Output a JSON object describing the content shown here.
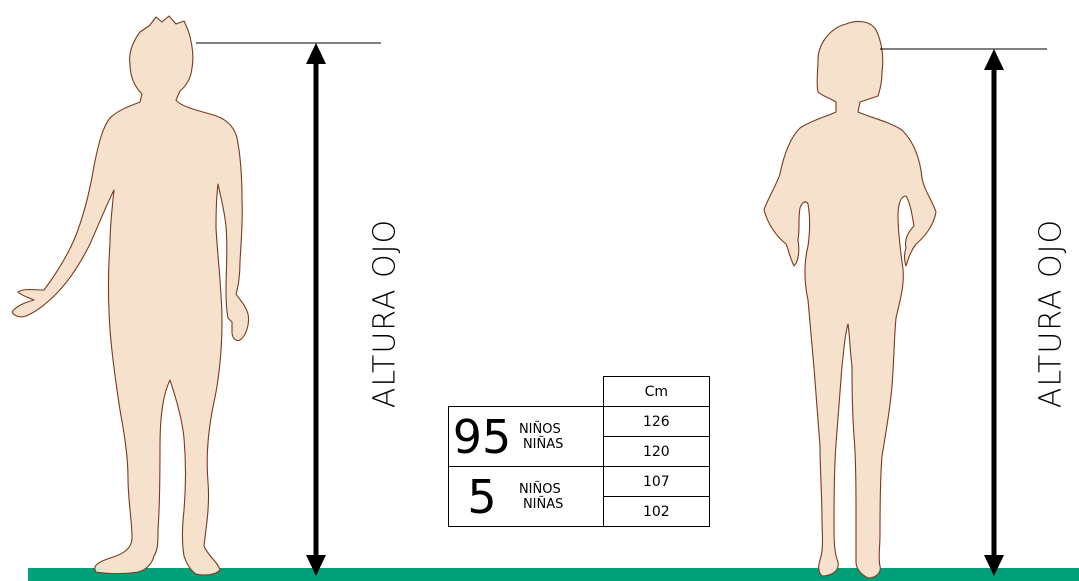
{
  "diagram": {
    "left_figure_label": "ALTURA OJO",
    "right_figure_label": "ALTURA OJO",
    "colors": {
      "figure_fill": "#f6e1cd",
      "figure_outline": "#7a3a1c",
      "floor": "#00a07a",
      "arrow": "#000000"
    }
  },
  "table": {
    "unit_header": "Cm",
    "rows": [
      {
        "percentile": "95",
        "group_boys": "NIÑOS",
        "group_girls": "NIÑAS",
        "value_boys": "126",
        "value_girls": "120"
      },
      {
        "percentile": "5",
        "group_boys": "NIÑOS",
        "group_girls": "NIÑAS",
        "value_boys": "107",
        "value_girls": "102"
      }
    ]
  }
}
